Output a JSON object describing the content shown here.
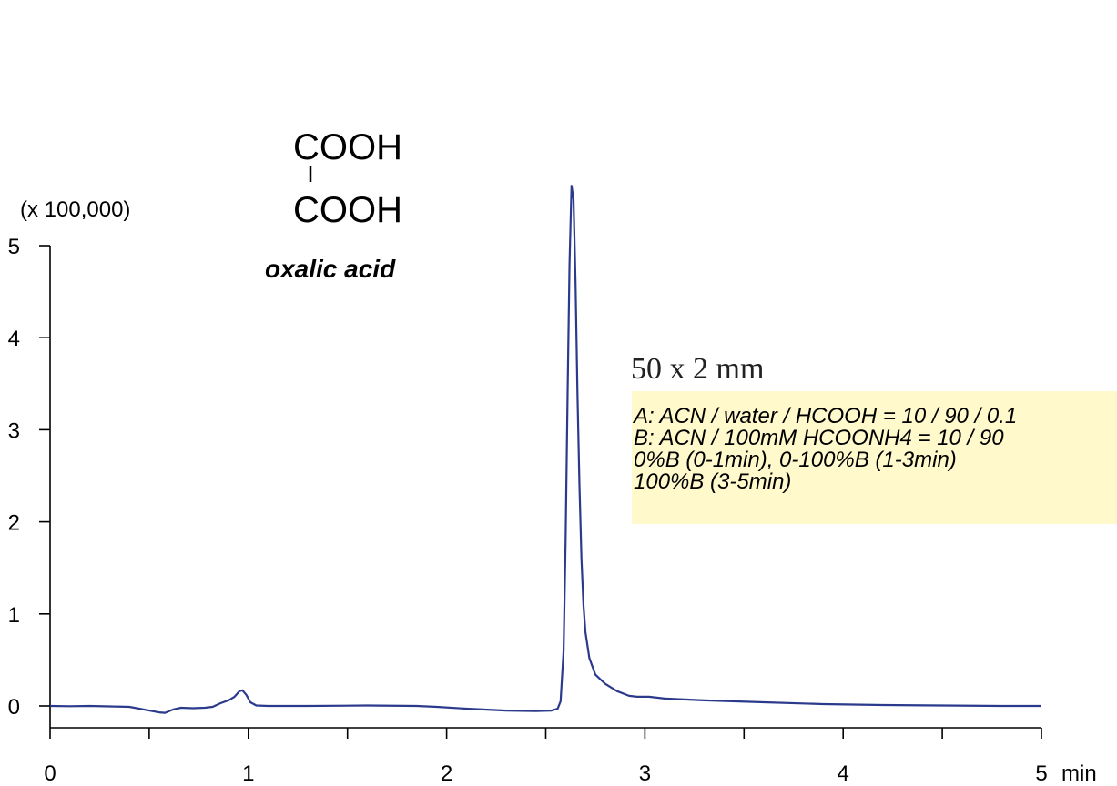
{
  "chart_data": {
    "type": "line",
    "scale_label": "(x 100,000)",
    "x_unit": "min",
    "xlim": [
      0,
      5
    ],
    "ylim": [
      0,
      5
    ],
    "x_ticks": [
      "0",
      "1",
      "2",
      "3",
      "4",
      "5"
    ],
    "y_ticks": [
      "0",
      "1",
      "2",
      "3",
      "4",
      "5"
    ],
    "grid": false,
    "series": [
      {
        "color": "#2b3a8c",
        "points": [
          [
            0.0,
            0.0
          ],
          [
            0.1,
            -0.003
          ],
          [
            0.2,
            0.0
          ],
          [
            0.3,
            -0.005
          ],
          [
            0.4,
            -0.01
          ],
          [
            0.45,
            -0.03
          ],
          [
            0.5,
            -0.05
          ],
          [
            0.55,
            -0.07
          ],
          [
            0.58,
            -0.075
          ],
          [
            0.62,
            -0.04
          ],
          [
            0.66,
            -0.02
          ],
          [
            0.72,
            -0.025
          ],
          [
            0.78,
            -0.02
          ],
          [
            0.82,
            -0.01
          ],
          [
            0.86,
            0.03
          ],
          [
            0.9,
            0.06
          ],
          [
            0.93,
            0.1
          ],
          [
            0.955,
            0.16
          ],
          [
            0.97,
            0.17
          ],
          [
            0.99,
            0.12
          ],
          [
            1.01,
            0.04
          ],
          [
            1.04,
            0.005
          ],
          [
            1.1,
            0.0
          ],
          [
            1.3,
            0.0
          ],
          [
            1.6,
            0.005
          ],
          [
            1.85,
            0.0
          ],
          [
            1.95,
            -0.01
          ],
          [
            2.1,
            -0.03
          ],
          [
            2.3,
            -0.05
          ],
          [
            2.45,
            -0.055
          ],
          [
            2.53,
            -0.05
          ],
          [
            2.56,
            -0.03
          ],
          [
            2.575,
            0.05
          ],
          [
            2.59,
            0.6
          ],
          [
            2.6,
            1.8
          ],
          [
            2.61,
            3.4
          ],
          [
            2.62,
            4.8
          ],
          [
            2.63,
            5.65
          ],
          [
            2.64,
            5.5
          ],
          [
            2.65,
            4.6
          ],
          [
            2.66,
            3.4
          ],
          [
            2.67,
            2.4
          ],
          [
            2.68,
            1.6
          ],
          [
            2.69,
            1.1
          ],
          [
            2.7,
            0.8
          ],
          [
            2.72,
            0.52
          ],
          [
            2.75,
            0.34
          ],
          [
            2.8,
            0.24
          ],
          [
            2.86,
            0.16
          ],
          [
            2.92,
            0.11
          ],
          [
            2.96,
            0.1
          ],
          [
            3.02,
            0.1
          ],
          [
            3.1,
            0.08
          ],
          [
            3.3,
            0.06
          ],
          [
            3.6,
            0.04
          ],
          [
            3.9,
            0.02
          ],
          [
            4.2,
            0.01
          ],
          [
            4.5,
            0.005
          ],
          [
            4.8,
            0.0
          ],
          [
            4.95,
            0.0
          ],
          [
            5.0,
            0.0
          ]
        ]
      }
    ]
  },
  "annotations": {
    "formula_top": "COOH",
    "formula_bond": "|",
    "formula_bottom": "COOH",
    "compound_name": "oxalic acid",
    "column_size": "50 x 2 mm",
    "conditions": [
      "A: ACN / water / HCOOH = 10 / 90 / 0.1",
      "B: ACN / 100mM  HCOONH4 = 10 / 90",
      "0%B (0-1min), 0-100%B (1-3min)",
      "100%B (3-5min)"
    ]
  }
}
